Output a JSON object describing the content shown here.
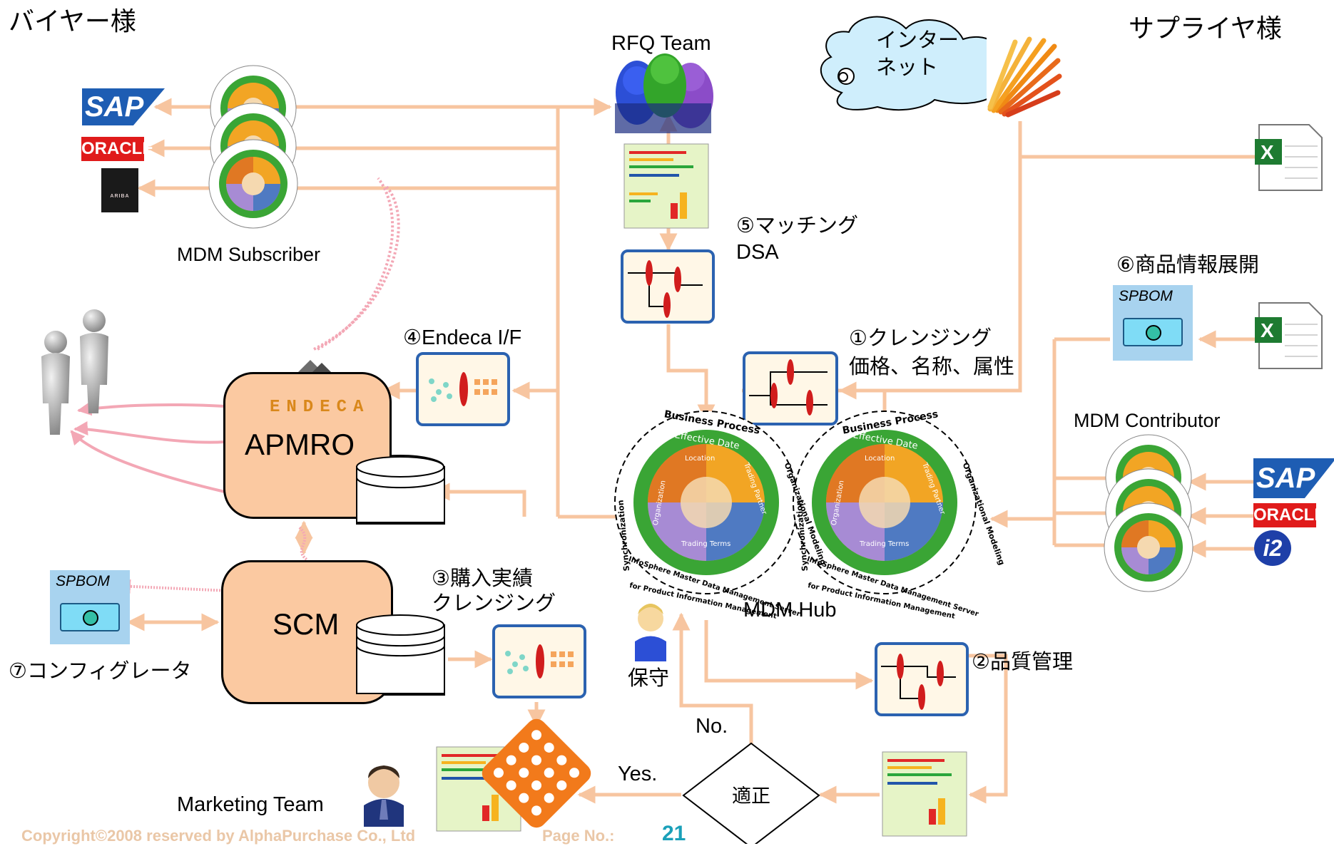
{
  "corner_labels": {
    "buyer": "バイヤー様",
    "supplier": "サプライヤ様"
  },
  "cloud_label": [
    "インター",
    "ネット"
  ],
  "rfq_team_label": "RFQ Team",
  "mdm_subscriber_label": "MDM  Subscriber",
  "mdm_contributor_label": "MDM  Contributor",
  "mdm_hub_label": "MDM Hub",
  "marketing_team_label": "Marketing Team",
  "apmro_label": "APMRO",
  "scm_label": "SCM",
  "endeca_logo": "ENDECA",
  "spbom_text": "SPBOM",
  "steps": {
    "step1_line1": "①クレンジング",
    "step1_line2": "価格、名称、属性",
    "step2": "②品質管理",
    "step3_line1": "③購入実績",
    "step3_line2": "クレンジング",
    "step4": "④Endeca I/F",
    "step5_line1": "⑤マッチング",
    "step5_line2": "DSA",
    "step6": "⑥商品情報展開",
    "step7": "⑦コンフィグレータ"
  },
  "maintenance_label": "保守",
  "decision": {
    "label": "適正",
    "yes": "Yes.",
    "no": "No."
  },
  "wheel_text": {
    "business_process": "Business Process",
    "effective_date": "Effective Date",
    "location": "Location",
    "trading_partner": "Trading Partner",
    "trading_terms": "Trading Terms",
    "organization": "Organization",
    "org_modeling": "Organizational Modeling",
    "synchronization": "Synchronization",
    "server_line1": "InfoSphere Master Data Management Server",
    "server_line2": "for Product Information Management"
  },
  "logos": {
    "sap": "SAP",
    "oracle": "ORACLE",
    "ariba": "ARIBA",
    "i2": "i2"
  },
  "footer": {
    "copyright": "Copyright©2008 reserved by AlphaPurchase Co., Ltd",
    "page_label": "Page No.:",
    "page_number": "21"
  },
  "colors": {
    "arrow": "#f7c5a0",
    "pink_arrow": "#f3a7b5",
    "box_fill": "#fbc9a1",
    "cloud": "#cfeefc",
    "page_number": "#1aa0b9"
  }
}
